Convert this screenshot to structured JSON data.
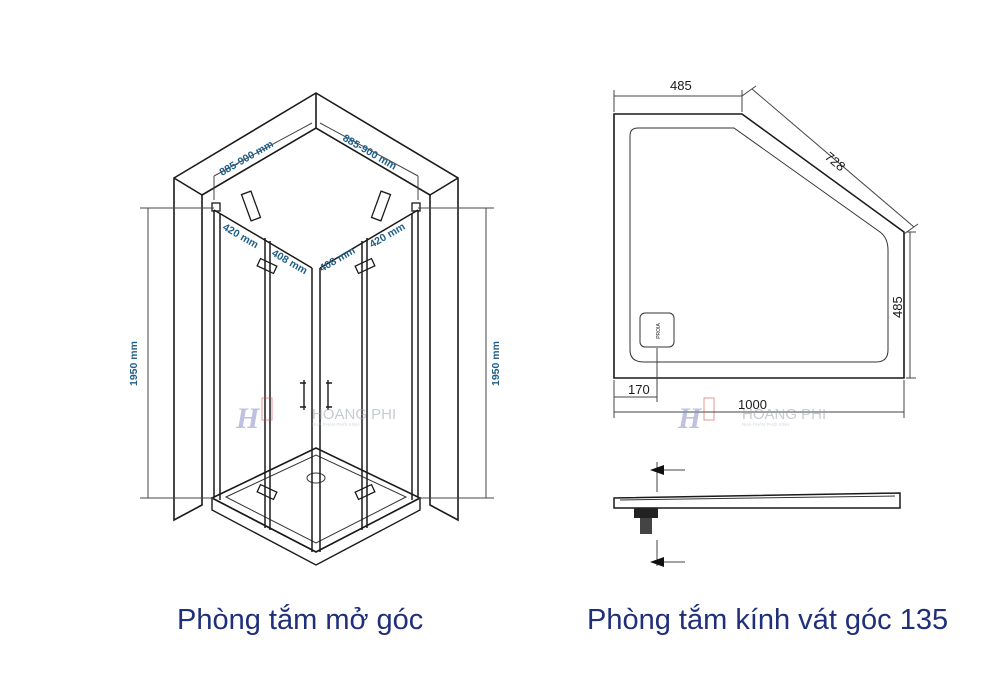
{
  "left_diagram": {
    "dim_top_left": "885-900 mm",
    "dim_top_right": "885-900 mm",
    "dim_panel_left_outer": "420 mm",
    "dim_panel_left_inner": "408 mm",
    "dim_panel_right_inner": "408 mm",
    "dim_panel_right_outer": "420 mm",
    "dim_height_left": "1950 mm",
    "dim_height_right": "1950 mm",
    "dim_color": "#1f5f8a"
  },
  "right_diagram": {
    "dim_top": "485",
    "dim_diagonal": "728",
    "dim_side": "485",
    "dim_drain_offset": "170",
    "dim_width": "1000",
    "tray_label": "PROIA"
  },
  "watermark": {
    "brand": "HOANG PHI",
    "tagline": "NHÀ PHÂN PHỐI KÍNH"
  },
  "captions": {
    "left": "Phòng tắm mở góc",
    "right": "Phòng tắm kính vát góc 135",
    "color": "#1f2f7a"
  }
}
